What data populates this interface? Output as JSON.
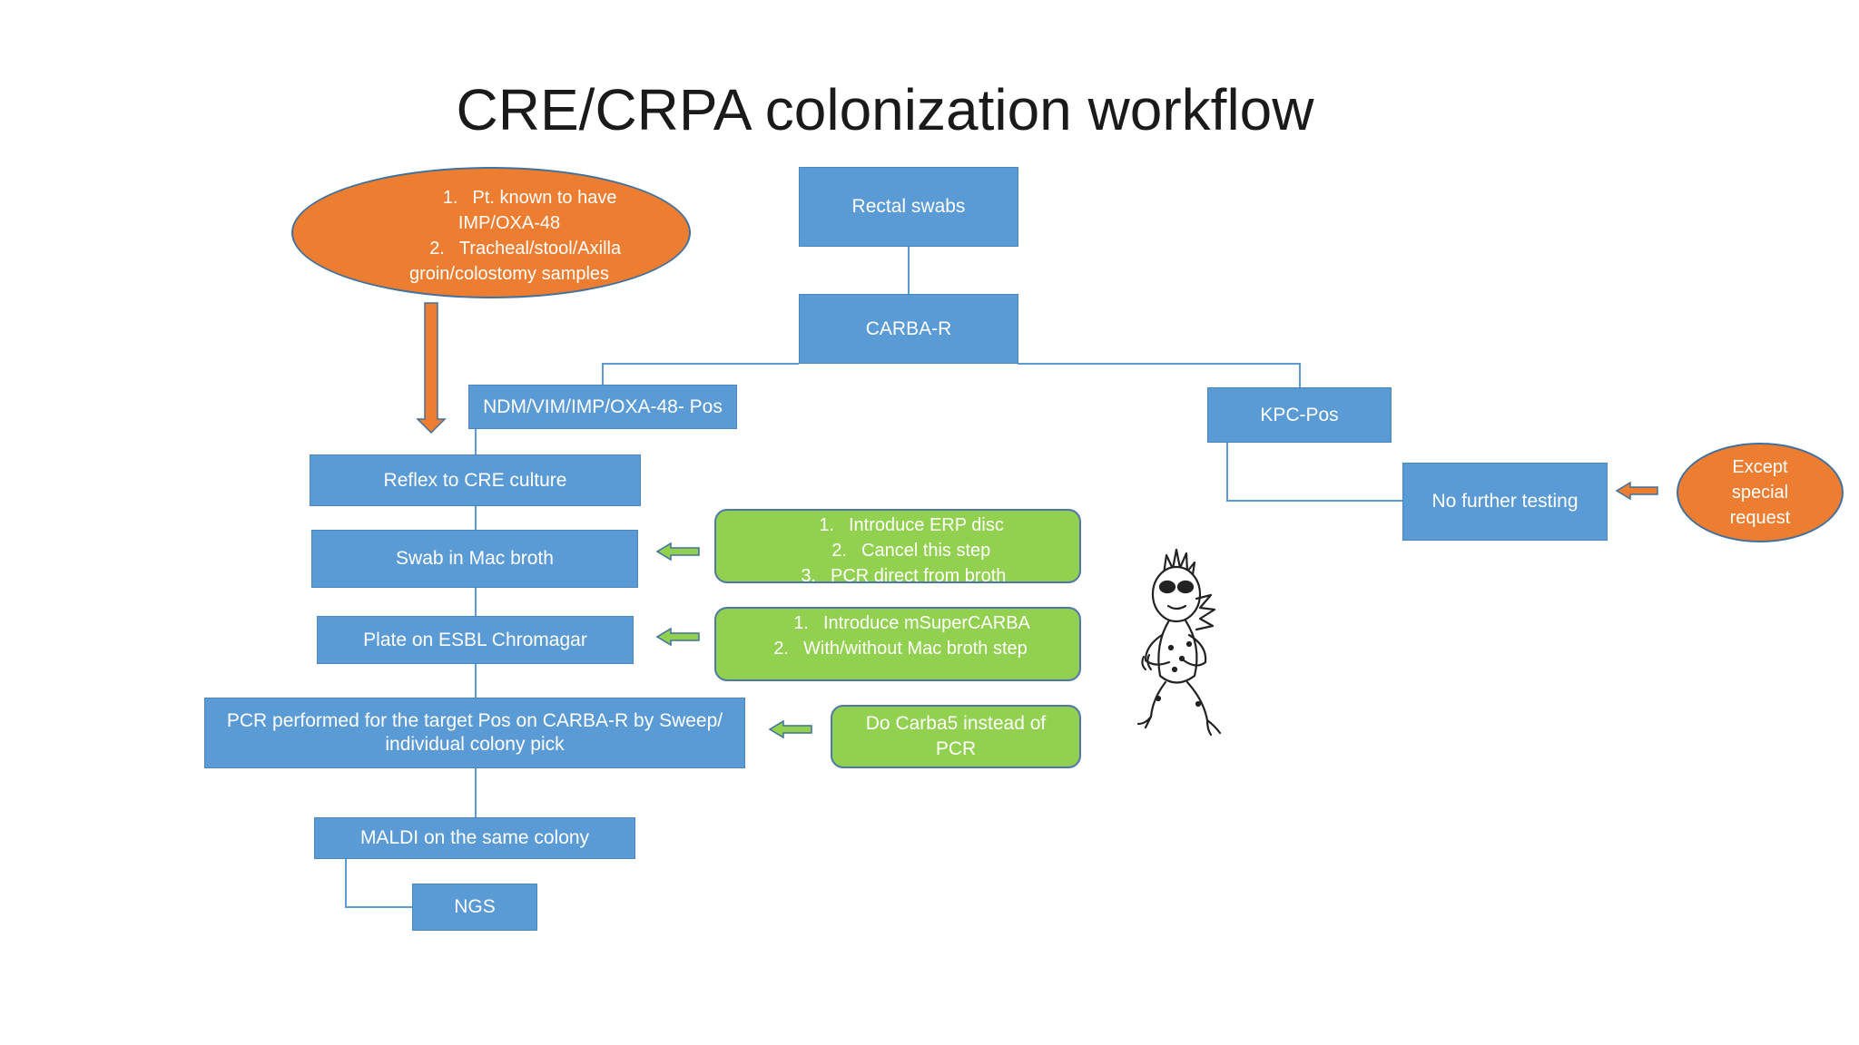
{
  "title": "CRE/CRPA colonization workflow",
  "colors": {
    "process_box": "#5b9bd5",
    "option_box": "#92d050",
    "condition_ellipse": "#ed7d31",
    "connector": "#5b9bd5",
    "arrow": "#ed7d31"
  },
  "nodes": {
    "rectal_swabs": "Rectal swabs",
    "carba_r": "CARBA-R",
    "ndm_pos": "NDM/VIM/IMP/OXA-48- Pos",
    "kpc_pos": "KPC-Pos",
    "no_further_testing": "No further testing",
    "reflex_cre": "Reflex to CRE culture",
    "swab_mac": "Swab in Mac broth",
    "plate_esbl": "Plate on ESBL Chromagar",
    "pcr_line1": "PCR performed for the target Pos on CARBA-R by Sweep/",
    "pcr_line2": "individual colony pick",
    "maldi": "MALDI on the same colony",
    "ngs": "NGS"
  },
  "condition": {
    "items": [
      {
        "num": "1.",
        "line1": "Pt. known to have",
        "line2": "IMP/OXA-48"
      },
      {
        "num": "2.",
        "line1": "Tracheal/stool/Axilla",
        "line2": "groin/colostomy samples"
      }
    ]
  },
  "exception": {
    "line1": "Except",
    "line2": "special",
    "line3": "request"
  },
  "options": {
    "mac_broth": [
      {
        "num": "1.",
        "text": "Introduce ERP disc"
      },
      {
        "num": "2.",
        "text": "Cancel this step"
      },
      {
        "num": "3.",
        "text": "PCR direct from broth"
      }
    ],
    "chromagar": [
      {
        "num": "1.",
        "text": "Introduce mSuperCARBA"
      },
      {
        "num": "2.",
        "text": "With/without Mac broth step"
      }
    ],
    "carba5": {
      "line1": "Do Carba5 instead of",
      "line2": "PCR"
    }
  }
}
